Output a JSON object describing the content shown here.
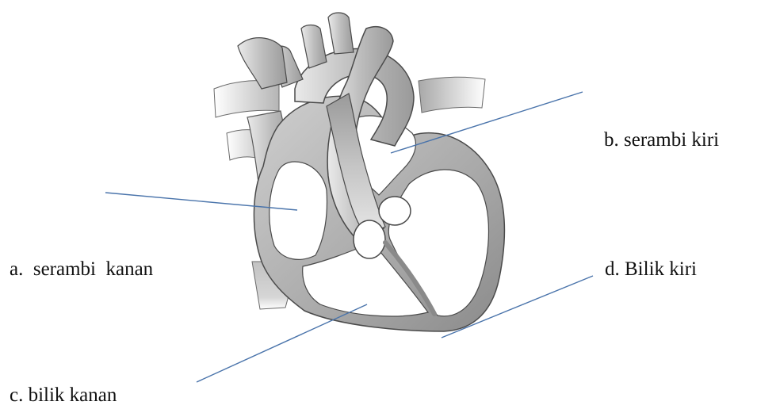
{
  "labels": {
    "a": "a.  serambi  kanan",
    "b": "b. serambi kiri",
    "c": "c. bilik kanan",
    "d": "d. Bilik kiri"
  },
  "colors": {
    "wall_light": "#d9d9d9",
    "wall_mid": "#b3b3b3",
    "wall_dark": "#8f8f8f",
    "outline": "#3a3a3a",
    "chamber": "#ffffff",
    "leader_line": "#4a74ab"
  }
}
